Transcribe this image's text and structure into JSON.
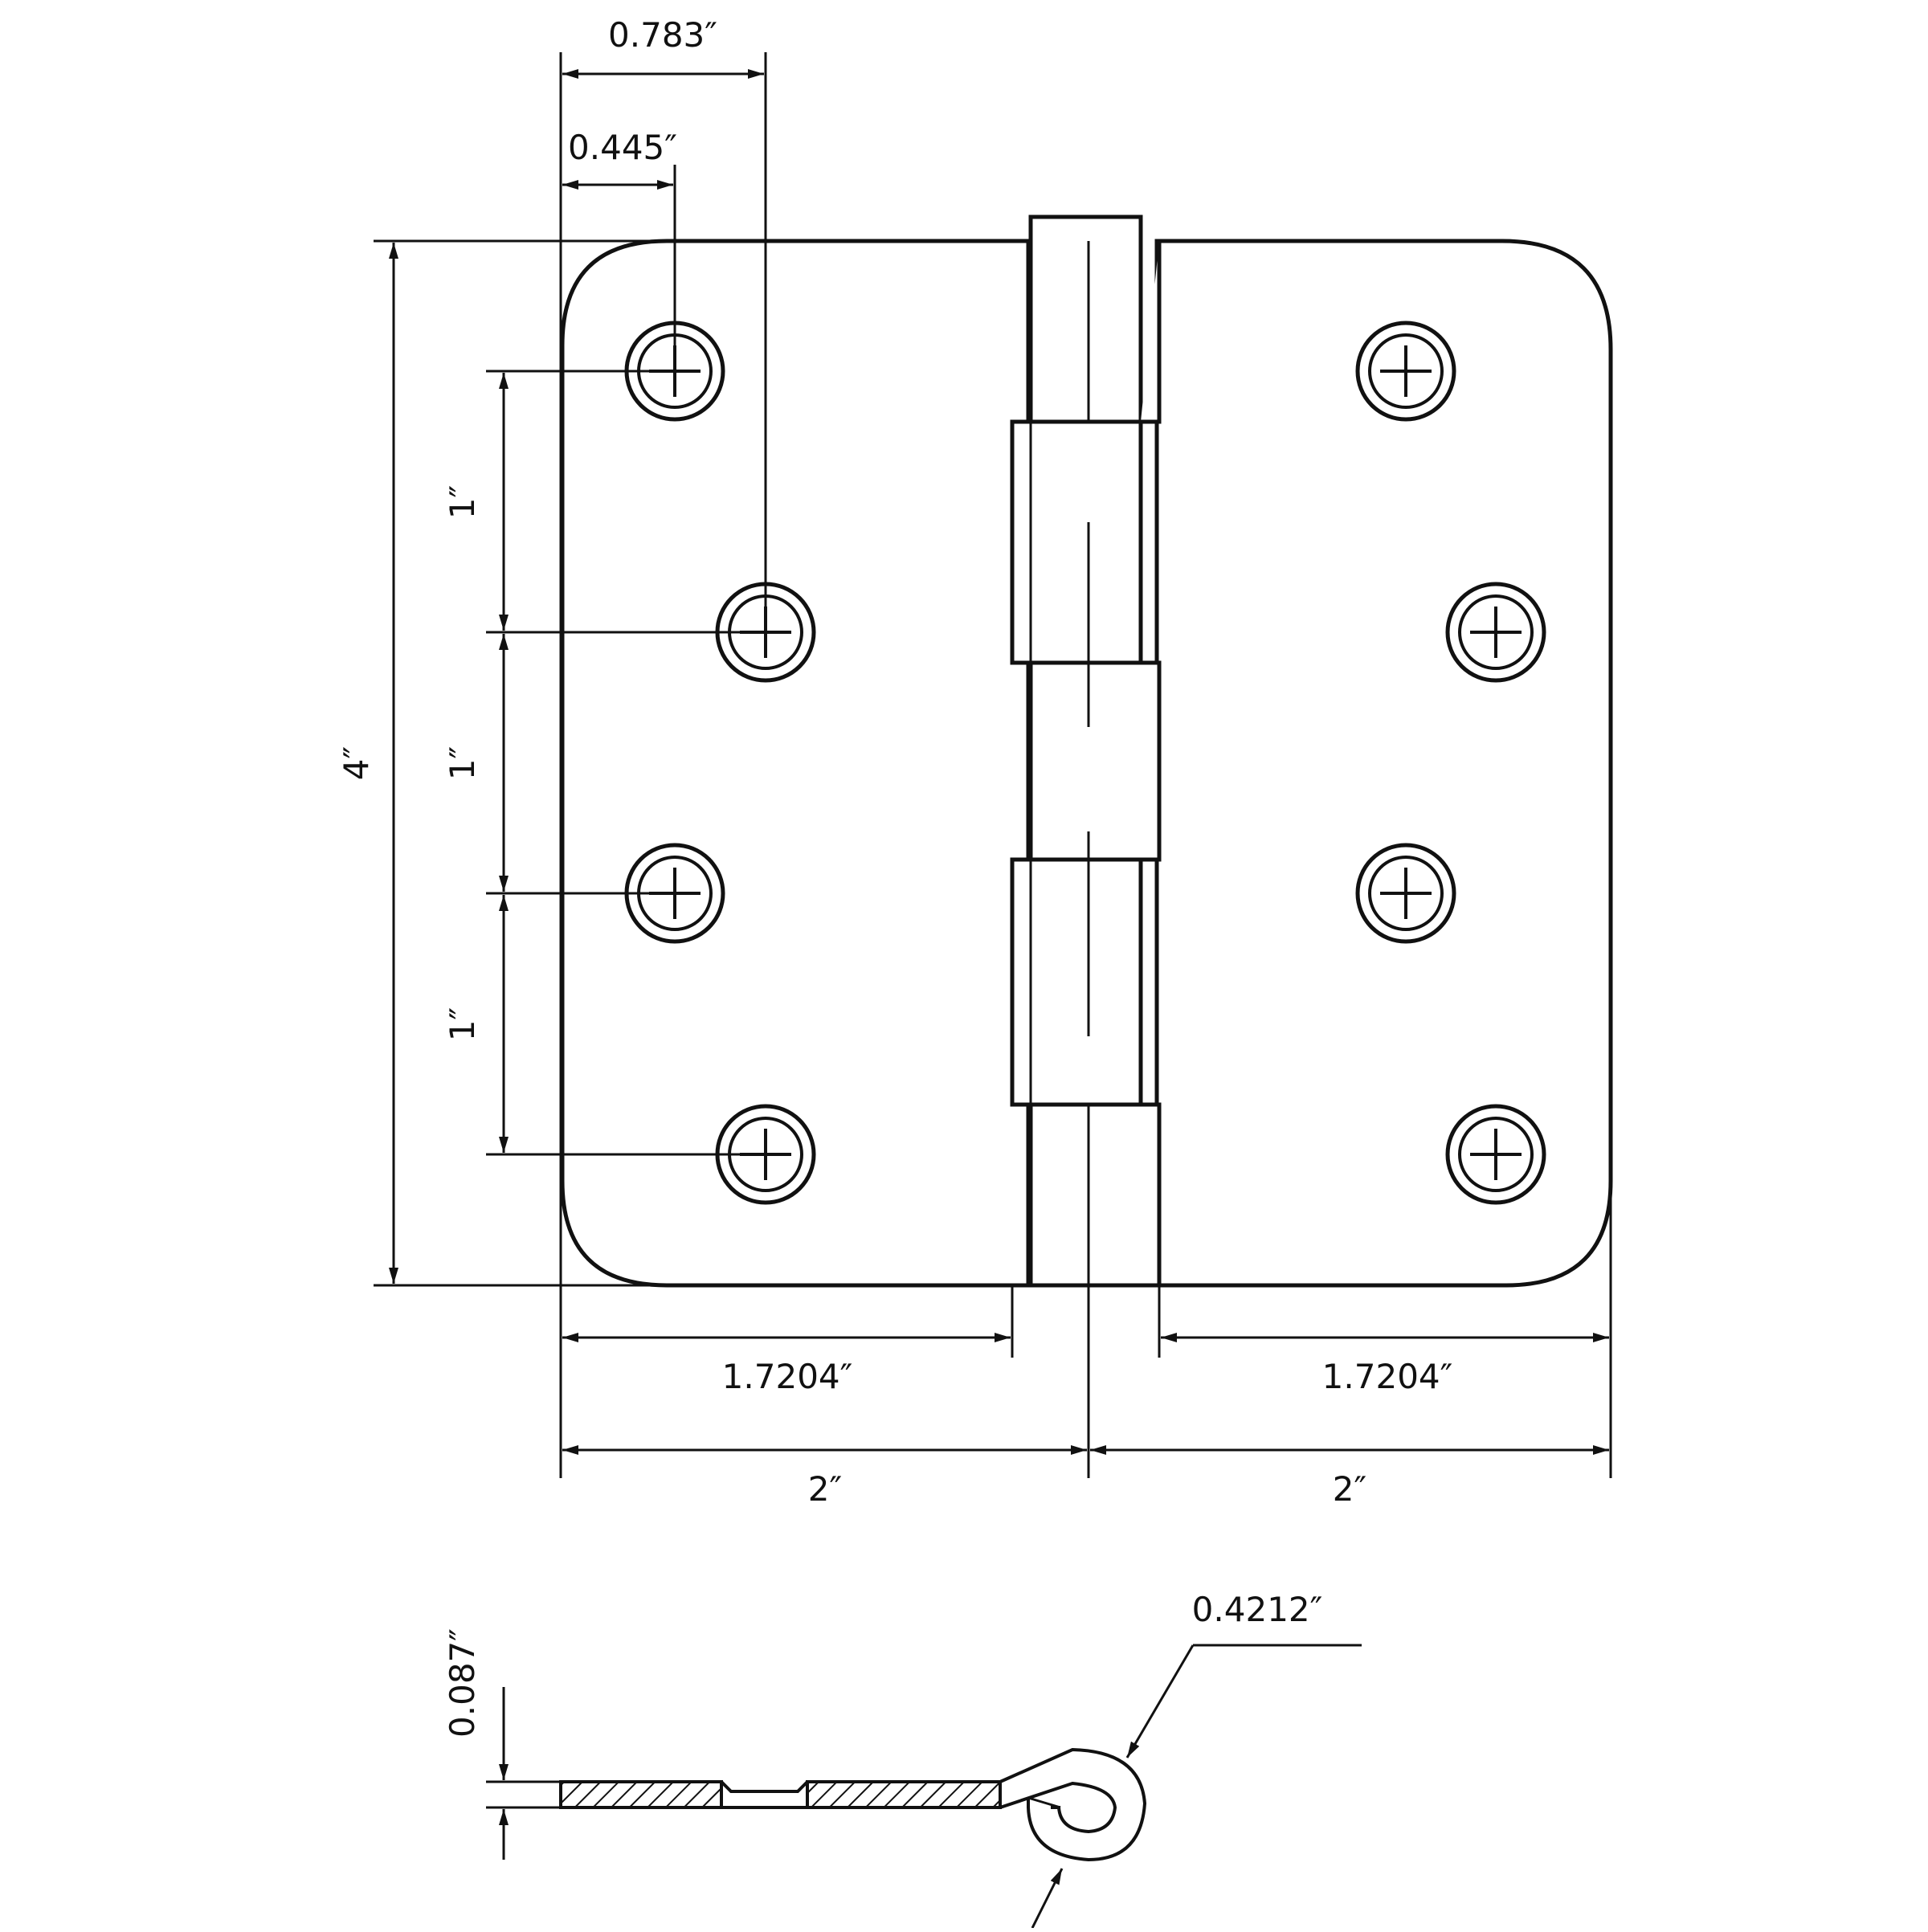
{
  "dimensions": {
    "hole_offset_far": "0.783″",
    "hole_offset_near": "0.445″",
    "overall_height": "4″",
    "hole_spacing_1": "1″",
    "hole_spacing_2": "1″",
    "hole_spacing_3": "1″",
    "leaf_width_left": "1.7204″",
    "leaf_width_right": "1.7204″",
    "half_width_left": "2″",
    "half_width_right": "2″",
    "thickness": "0.087″",
    "knuckle_diameter": "0.4212″"
  },
  "colors": {
    "line": "#111111",
    "background": "#ffffff"
  }
}
